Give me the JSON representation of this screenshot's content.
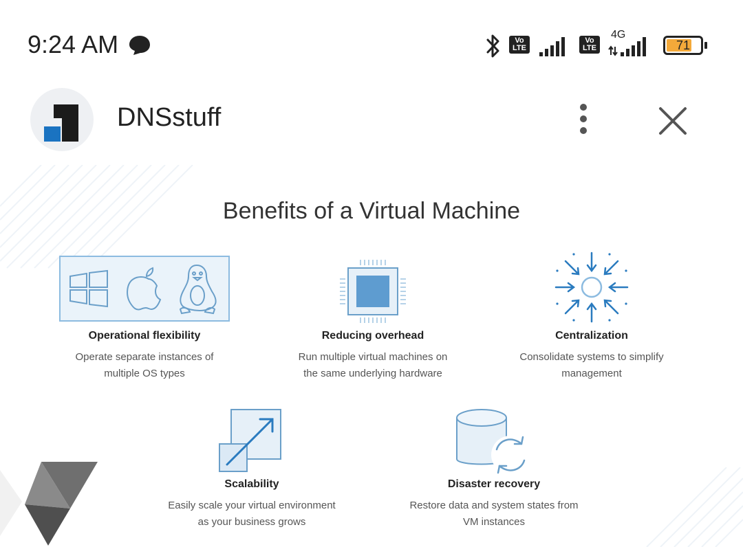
{
  "status_bar": {
    "time": "9:24 AM",
    "network_type": "4G",
    "volte_label": "Vo\nLTE",
    "battery_level": "71",
    "battery_color": "#f4a93a"
  },
  "app": {
    "name": "DNSstuff",
    "logo_colors": {
      "dark": "#1b1b1b",
      "accent": "#1a73c1"
    }
  },
  "article": {
    "title": "Benefits of a Virtual Machine",
    "accent_color": "#2a7bbf",
    "benefits": [
      {
        "title": "Operational flexibility",
        "desc_line1": "Operate separate instances of",
        "desc_line2": "multiple OS types",
        "icon": "os-logos-icon"
      },
      {
        "title": "Reducing overhead",
        "desc_line1": "Run multiple virtual machines on",
        "desc_line2": "the same underlying hardware",
        "icon": "cpu-chip-icon"
      },
      {
        "title": "Centralization",
        "desc_line1": "Consolidate systems to simplify",
        "desc_line2": "management",
        "icon": "converging-arrows-icon"
      },
      {
        "title": "Scalability",
        "desc_line1": "Easily scale your virtual environment",
        "desc_line2": "as your business grows",
        "icon": "scale-up-icon"
      },
      {
        "title": "Disaster recovery",
        "desc_line1": "Restore data and system states from",
        "desc_line2": "VM instances",
        "icon": "database-restore-icon"
      }
    ]
  }
}
